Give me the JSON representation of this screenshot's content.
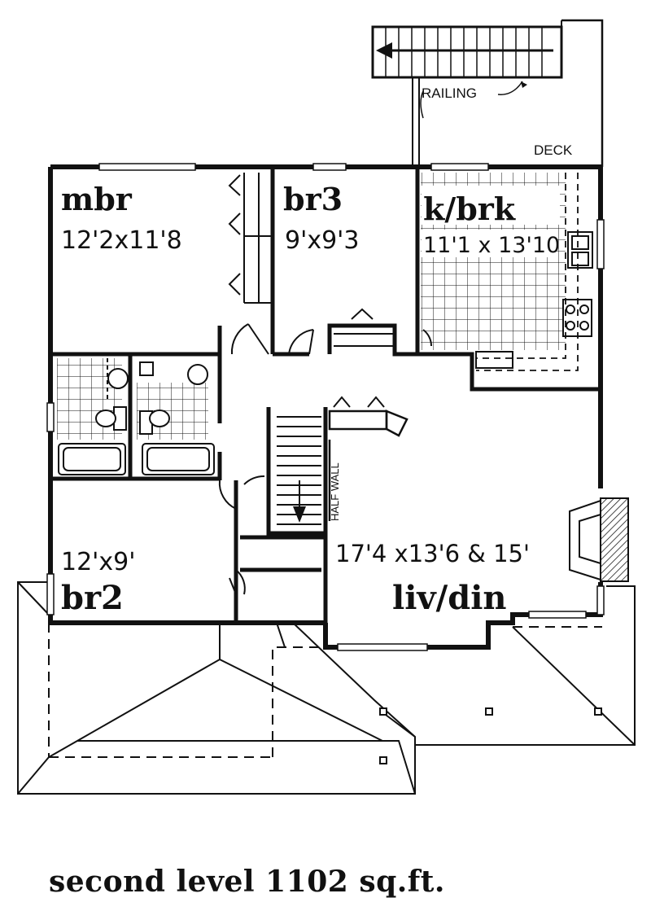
{
  "labels": {
    "railing": "RAILING",
    "deck": "DECK",
    "half_wall": "HALF WALL"
  },
  "rooms": {
    "mbr": {
      "name": "mbr",
      "dims": "12'2x11'8"
    },
    "br3": {
      "name": "br3",
      "dims": "9'x9'3"
    },
    "kbrk": {
      "name": "k/brk",
      "dims": "11'1 x 13'10"
    },
    "br2": {
      "name": "br2",
      "dims": "12'x9'"
    },
    "livdin": {
      "name": "liv/din",
      "dims": "17'4 x13'6 & 15'"
    }
  },
  "caption": "second level 1102 sq.ft.",
  "colors": {
    "ink": "#111111",
    "paper": "#ffffff"
  }
}
